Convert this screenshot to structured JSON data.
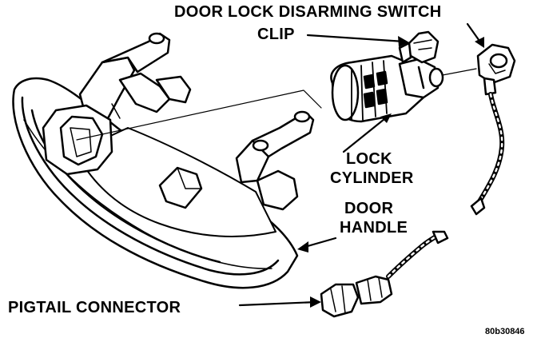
{
  "labels": {
    "door_lock_disarming_switch": "DOOR LOCK DISARMING SWITCH",
    "clip": "CLIP",
    "lock_cylinder_line1": "LOCK",
    "lock_cylinder_line2": "CYLINDER",
    "door_handle_line1": "DOOR",
    "door_handle_line2": "HANDLE",
    "pigtail_connector": "PIGTAIL CONNECTOR"
  },
  "figure_id": "80b30846",
  "colors": {
    "ink": "#000000",
    "paper": "#ffffff"
  }
}
